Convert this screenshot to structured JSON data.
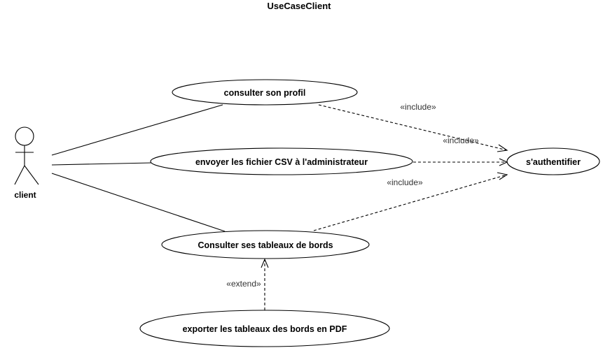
{
  "diagram": {
    "title": "UseCaseClient",
    "actor": {
      "name": "client"
    },
    "use_cases": {
      "consulter_profil": "consulter son profil",
      "envoyer_csv": "envoyer les fichier CSV à l'administrateur",
      "consulter_tableaux": "Consulter ses tableaux de bords",
      "authentifier": "s'authentifier",
      "exporter_pdf": "exporter les tableaux des bords en PDF"
    },
    "relations": {
      "include_profil": "«include»",
      "include_csv": "«include»",
      "include_tableaux": "«include»",
      "extend_pdf": "«extend»"
    }
  }
}
